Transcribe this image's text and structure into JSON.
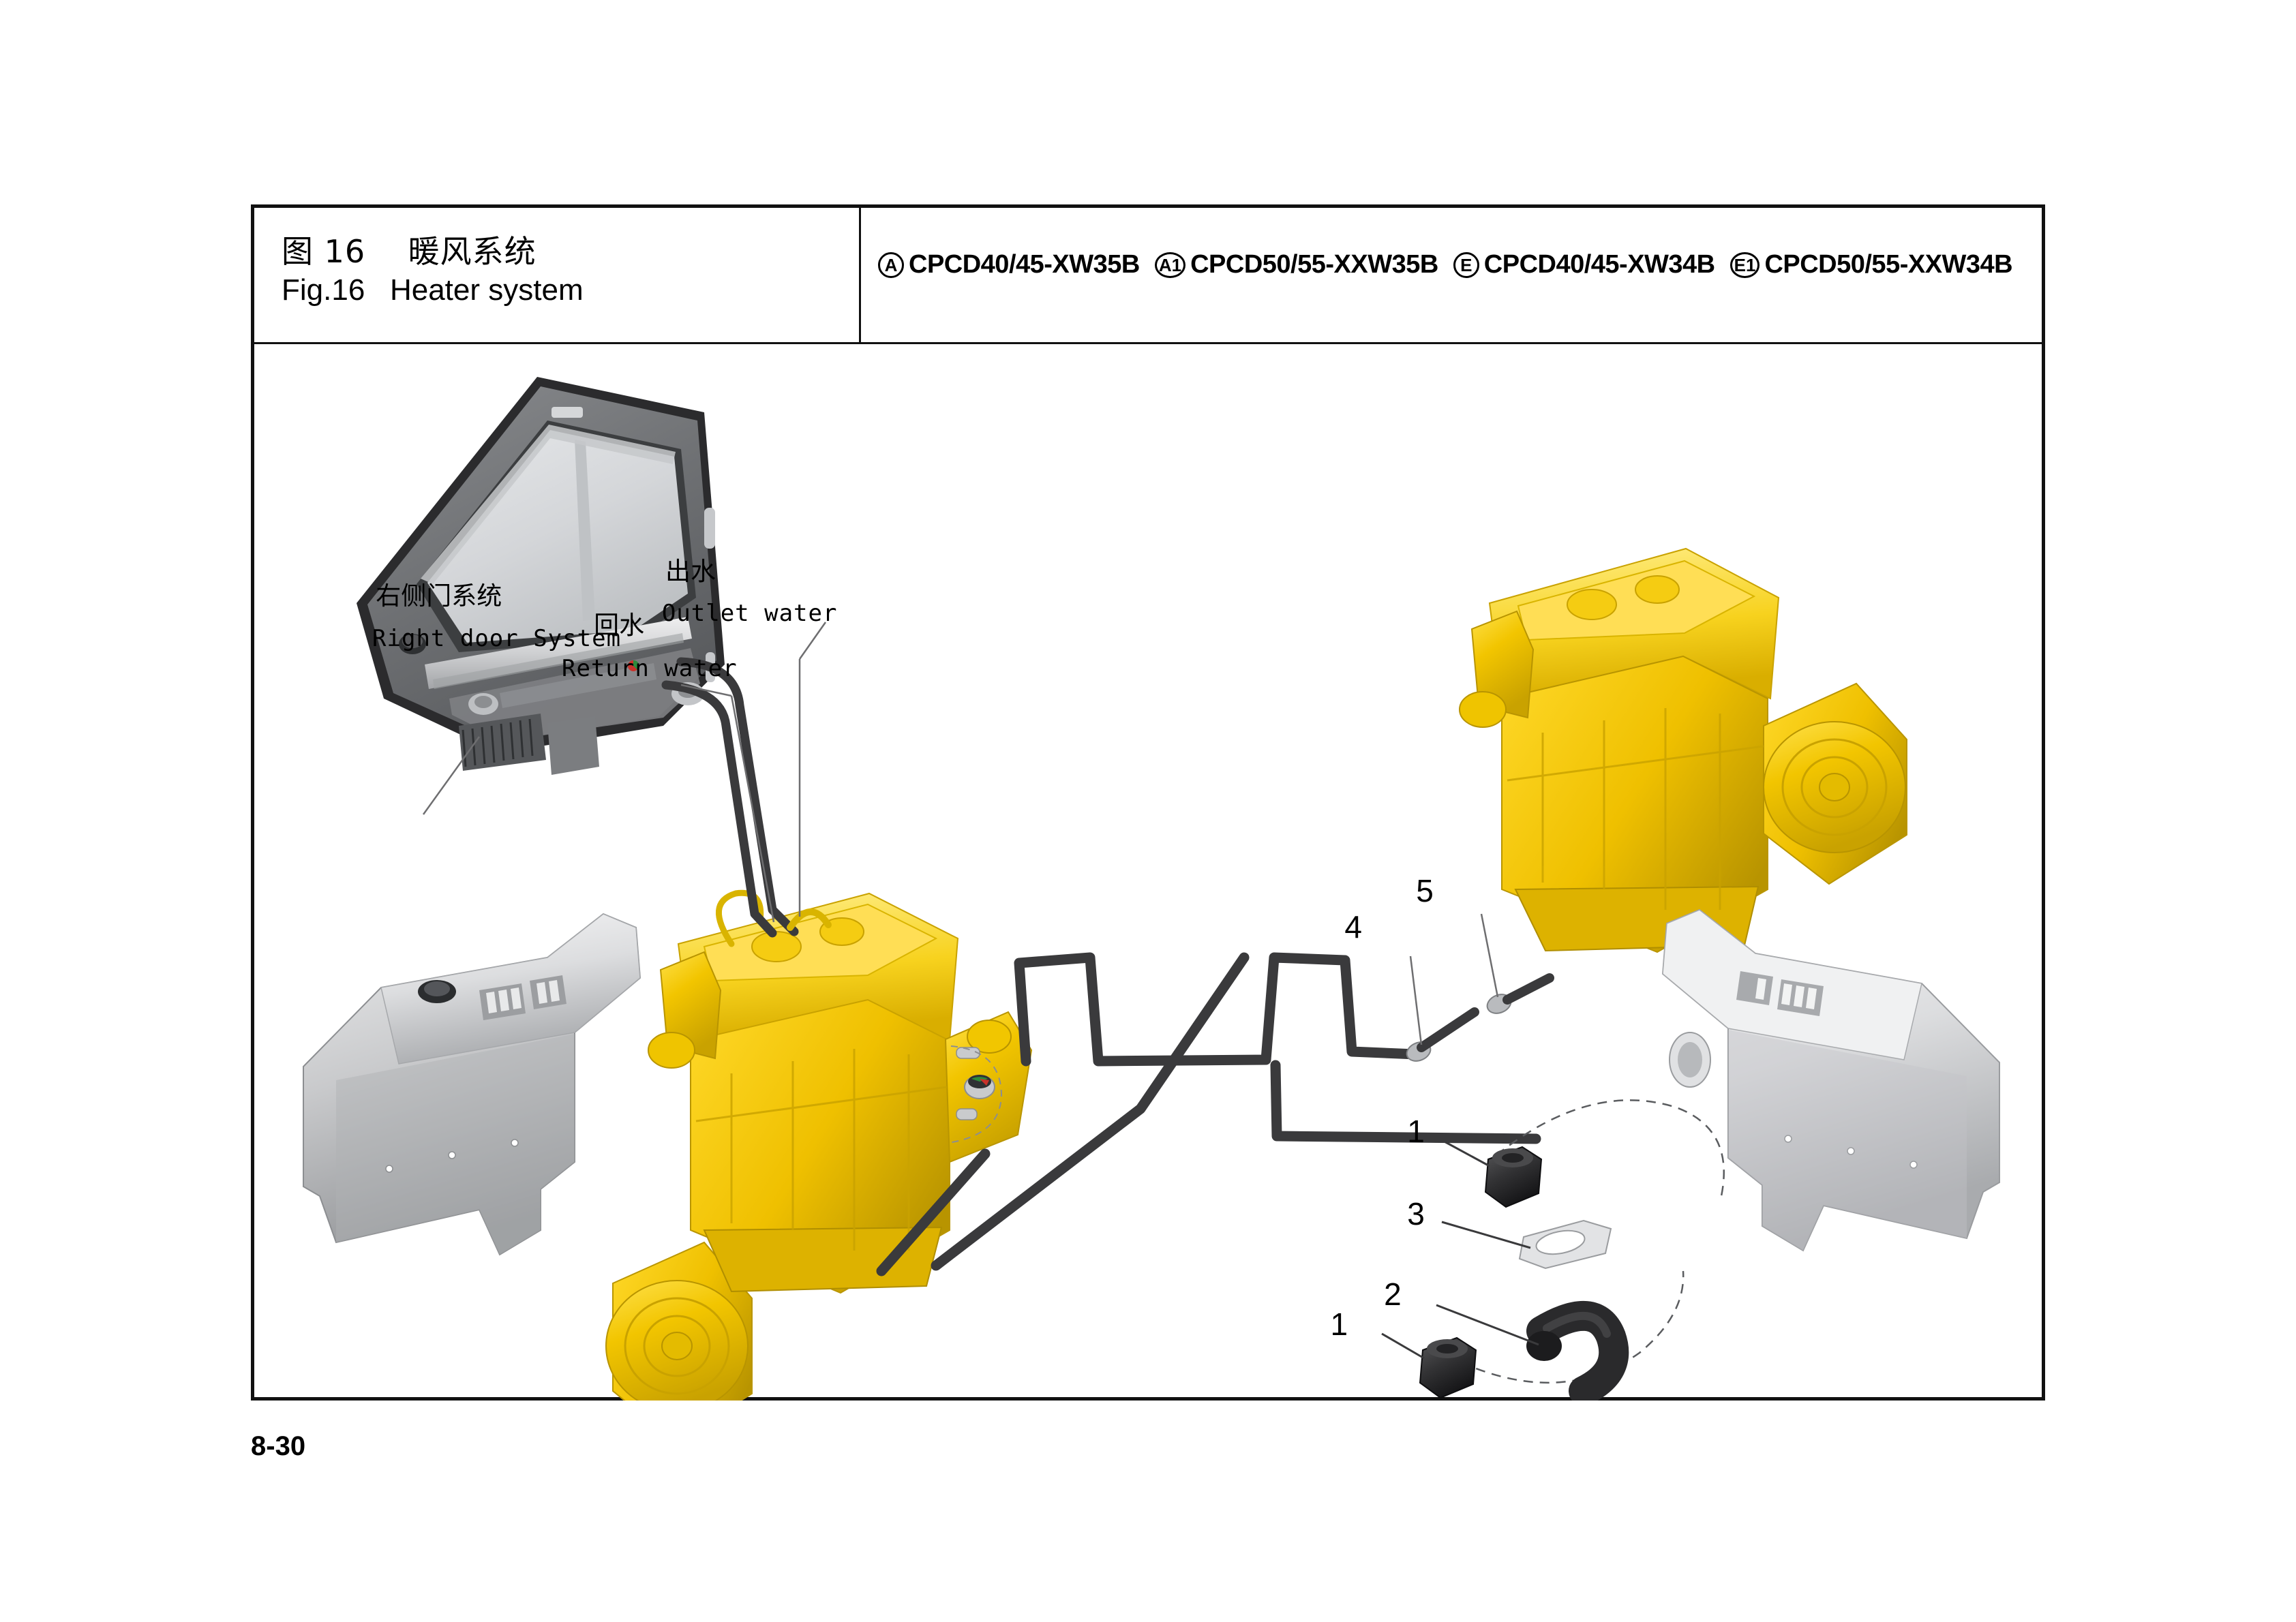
{
  "title_block": {
    "figure_zh": "图 16    暖风系统",
    "figure_en": "Fig.16   Heater system"
  },
  "models": [
    {
      "badge": "A",
      "code": "CPCD40/45-XW35B"
    },
    {
      "badge": "A1",
      "code": "CPCD50/55-XXW35B"
    },
    {
      "badge": "E",
      "code": "CPCD40/45-XW34B"
    },
    {
      "badge": "E1",
      "code": "CPCD50/55-XXW34B"
    }
  ],
  "labels": {
    "right_door_zh": "右侧门系统",
    "right_door_en": "Right door System",
    "outlet_zh": "出水",
    "outlet_en": "Outlet water",
    "return_zh": "回水",
    "return_en": "Return water"
  },
  "callouts": [
    {
      "id": "c5",
      "number": "5"
    },
    {
      "id": "c4",
      "number": "4"
    },
    {
      "id": "c1a",
      "number": "1"
    },
    {
      "id": "c3",
      "number": "3"
    },
    {
      "id": "c2",
      "number": "2"
    },
    {
      "id": "c1b",
      "number": "1"
    }
  ],
  "footer": {
    "page": "8-30"
  },
  "colors": {
    "engine_yellow": "#F2C500",
    "engine_yellow_dark": "#C9A200",
    "engine_yellow_light": "#FFE24D",
    "shroud_grey": "#C9CACC",
    "shroud_grey_dark": "#9A9C9F",
    "shroud_grey_light": "#E4E5E7",
    "door_grey": "#6E7073",
    "door_seal": "#2B2B2D",
    "glass": "#D8DADC",
    "hose_black": "#3A3A3C",
    "frame_black": "#111111"
  }
}
